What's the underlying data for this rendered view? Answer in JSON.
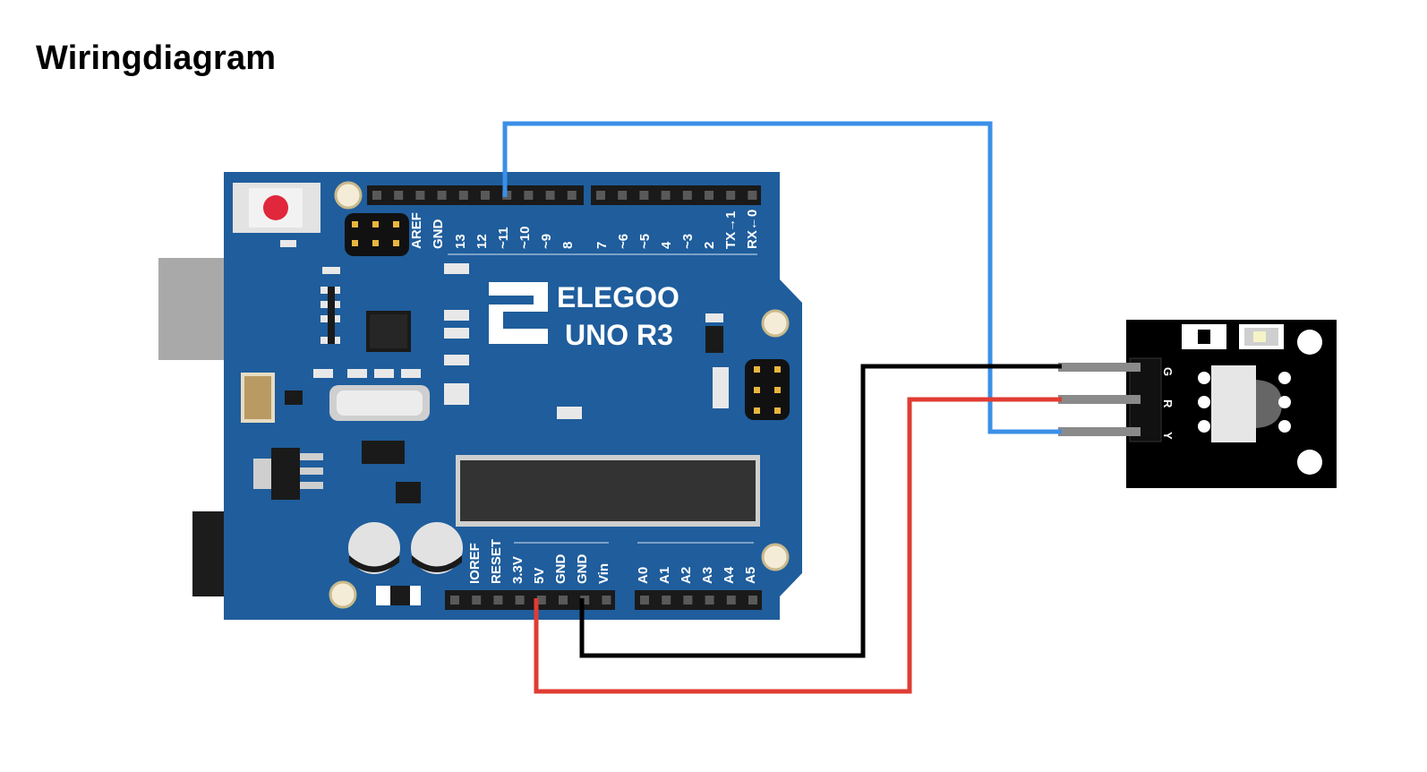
{
  "title": "Wiringdiagram",
  "board": {
    "brand": "ELEGOO",
    "model": "UNO R3",
    "digital_pins": [
      "AREF",
      "GND",
      "13",
      "12",
      "~11",
      "~10",
      "~9",
      "8",
      "7",
      "~6",
      "~5",
      "4",
      "~3",
      "2",
      "TX→1",
      "RX←0"
    ],
    "power_pins": [
      "IOREF",
      "RESET",
      "3.3V",
      "5V",
      "GND",
      "GND",
      "Vin"
    ],
    "analog_pins": [
      "A0",
      "A1",
      "A2",
      "A3",
      "A4",
      "A5"
    ]
  },
  "module": {
    "pins": [
      "G",
      "R",
      "Y"
    ]
  },
  "wires": [
    {
      "from": "~11",
      "to": "Y",
      "color": "#3b8fe8"
    },
    {
      "from": "GND",
      "to": "G",
      "color": "#000000"
    },
    {
      "from": "5V",
      "to": "R",
      "color": "#e03c33"
    }
  ],
  "colors": {
    "board": "#1f5d9c",
    "board_dark": "#17497d",
    "module": "#000000",
    "wire_signal": "#3b8fe8",
    "wire_ground": "#000000",
    "wire_power": "#e03c33"
  }
}
